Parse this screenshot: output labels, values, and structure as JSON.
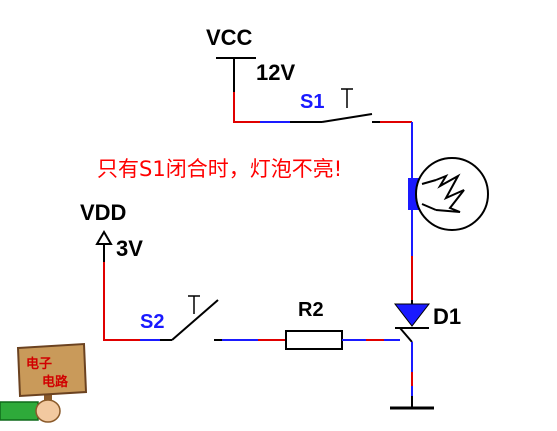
{
  "colors": {
    "wire": "#1a1aff",
    "wire_red": "#e00000",
    "component_outline": "#000000",
    "label_blue": "#1a1aff",
    "note_red": "#ff0000",
    "diode_fill": "#1a1aff",
    "bulb_filament": "#000000",
    "logo_board": "#c99a5a",
    "logo_text": "#d10000",
    "logo_sleeve": "#2eaa3a"
  },
  "labels": {
    "vcc": "VCC",
    "vcc_voltage": "12V",
    "vdd": "VDD",
    "vdd_voltage": "3V",
    "s1": "S1",
    "s2": "S2",
    "r2": "R2",
    "d1": "D1",
    "note": "只有S1闭合时，灯泡不亮!"
  },
  "logo": {
    "line1": "电子",
    "line2": "电路"
  },
  "icons": {
    "vcc_source": "power-rail-icon",
    "vdd_source": "arrow-up-source-icon",
    "s1": "pushbutton-switch-icon",
    "s2": "pushbutton-switch-icon",
    "r2": "resistor-icon",
    "d1": "diode-icon",
    "lamp": "lamp-bulb-icon",
    "ground": "ground-icon"
  }
}
